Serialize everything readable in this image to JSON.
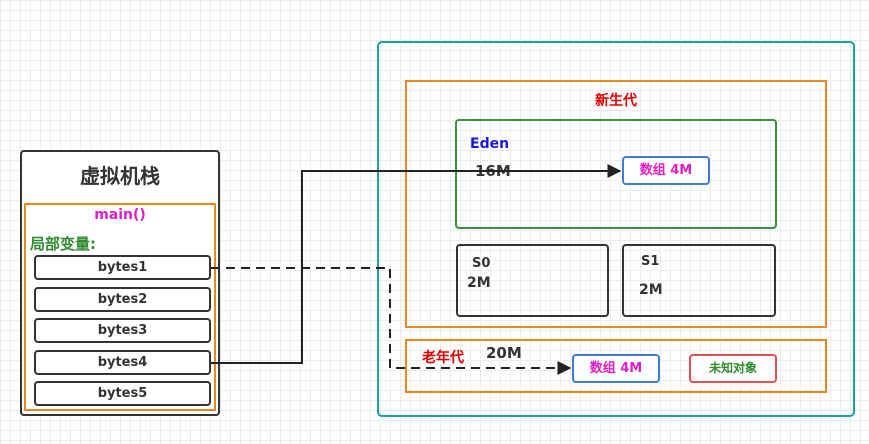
{
  "stack": {
    "title": "虚拟机栈",
    "frame_title": "main()",
    "locals_label": "局部变量:",
    "variables": [
      "bytes1",
      "bytes2",
      "bytes3",
      "bytes4",
      "bytes5"
    ]
  },
  "heap": {
    "young": {
      "title": "新生代",
      "eden": {
        "title": "Eden",
        "size": "16M",
        "object": "数组 4M"
      },
      "s0": {
        "title": "S0",
        "size": "2M"
      },
      "s1": {
        "title": "S1",
        "size": "2M"
      }
    },
    "old": {
      "title": "老年代",
      "size": "20M",
      "object": "数组 4M",
      "unknown_object": "未知对象"
    }
  },
  "colors": {
    "heap_border": "#17a2a2",
    "generation_border": "#e6891e",
    "eden_border": "#3d8f3d",
    "object_border": "#3d7fd4",
    "unknown_border": "#e05050",
    "title_red": "#e00000",
    "magenta": "#e01ec4",
    "green_text": "#2e8b2e",
    "blue_text": "#1a1add"
  }
}
